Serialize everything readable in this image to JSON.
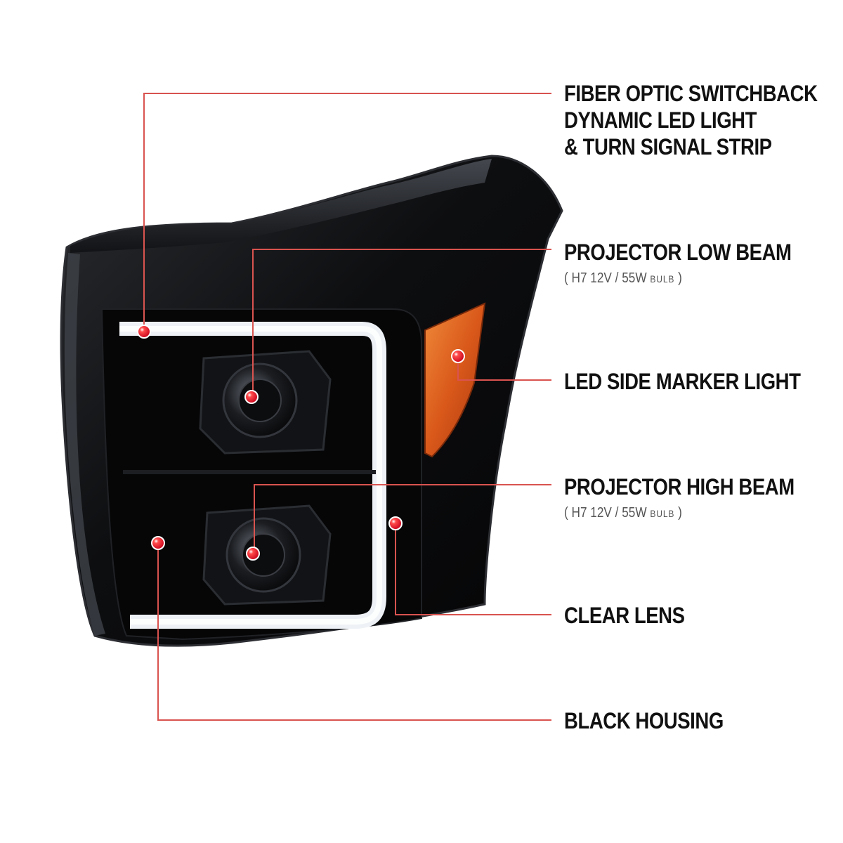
{
  "colors": {
    "callout_line": "#d9534f",
    "callout_dot": "#e3001b",
    "housing": "#0b0b0c",
    "amber_marker": "#e0661a",
    "led_strip": "#eef2f6",
    "label_text": "#111111",
    "sub_text": "#555555"
  },
  "callouts": {
    "fiber_optic": {
      "line1": "FIBER OPTIC SWITCHBACK",
      "line2": "DYNAMIC LED LIGHT",
      "line3": "& TURN SIGNAL STRIP"
    },
    "low_beam": {
      "title": "PROJECTOR LOW BEAM",
      "spec_open": "(",
      "spec_main": "H7  12V / 55W",
      "spec_unit": "BULB",
      "spec_close": ")"
    },
    "side_marker": {
      "title": "LED SIDE MARKER LIGHT"
    },
    "high_beam": {
      "title": "PROJECTOR HIGH BEAM",
      "spec_open": "(",
      "spec_main": "H7  12V / 55W",
      "spec_unit": "BULB",
      "spec_close": ")"
    },
    "clear_lens": {
      "title": "CLEAR LENS"
    },
    "black_housing": {
      "title": "BLACK HOUSING"
    }
  }
}
